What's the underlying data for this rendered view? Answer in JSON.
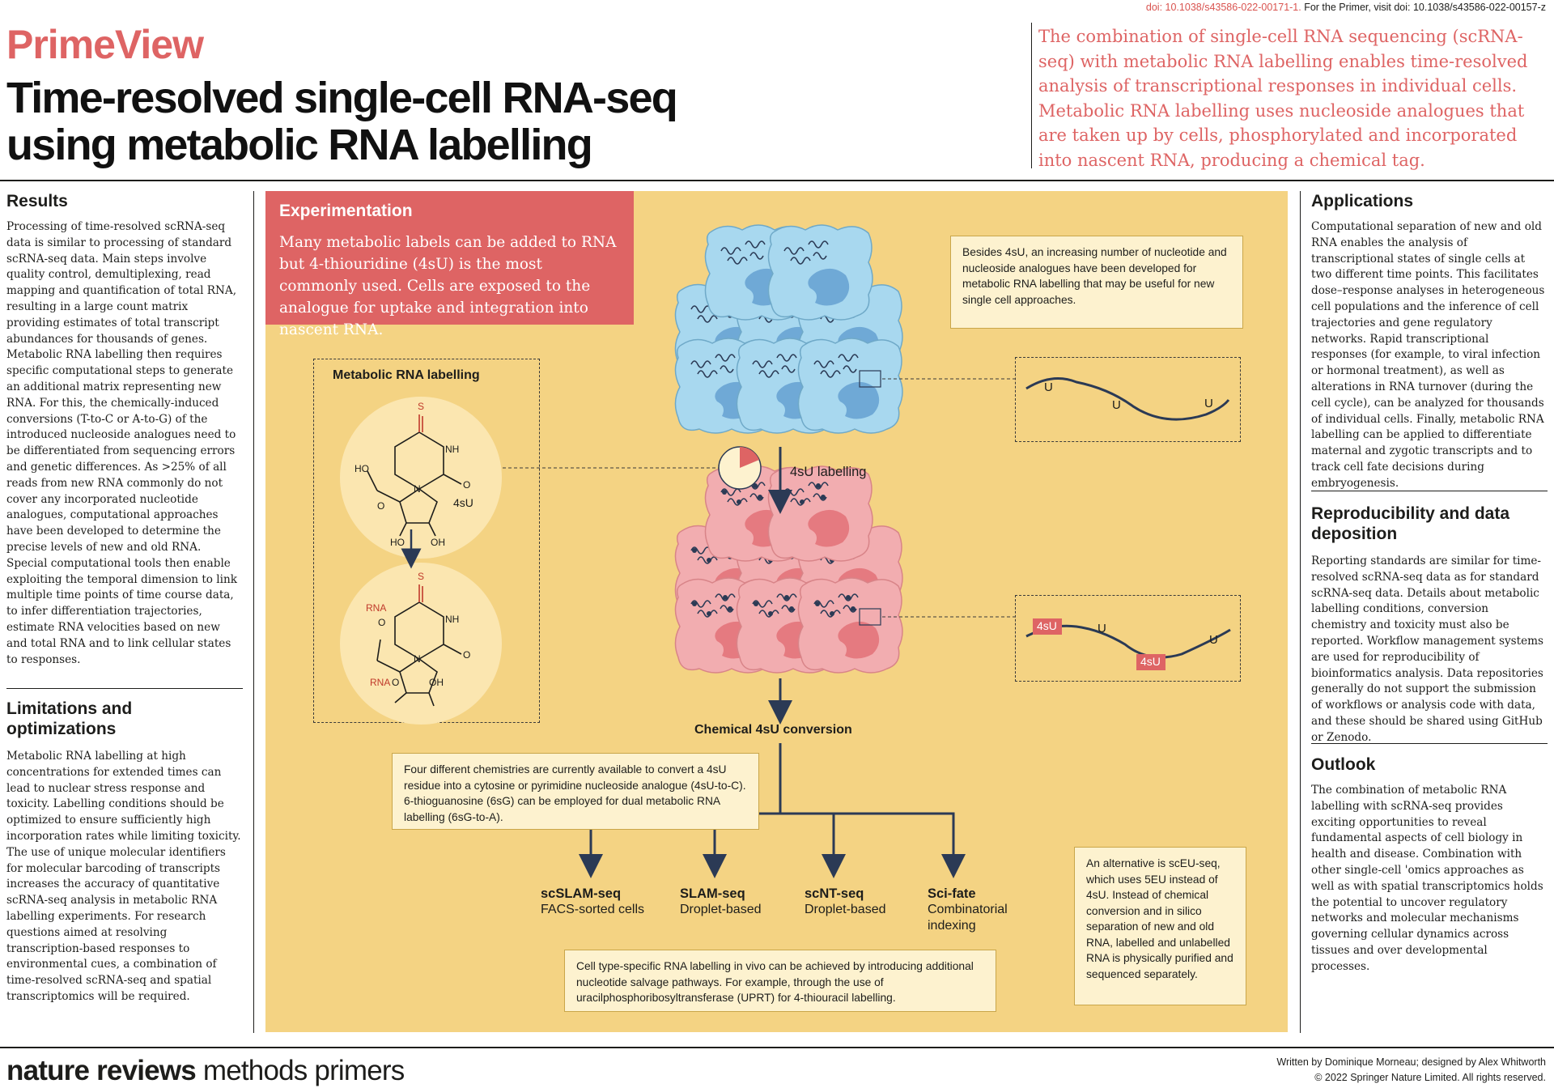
{
  "header": {
    "doi_red": "doi: 10.1038/s43586-022-00171-1.",
    "doi_rest": " For the Primer, visit doi: 10.1038/s43586-022-00157-z",
    "brand": "PrimeView",
    "title_line1": "Time-resolved single-cell RNA-seq",
    "title_line2": "using metabolic RNA labelling",
    "intro": "The combination of single-cell RNA sequencing (scRNA-seq) with metabolic RNA labelling enables time-resolved analysis of transcriptional responses in individual cells. Metabolic RNA labelling uses nucleoside analogues that are taken up by cells, phosphorylated and incorporated into nascent RNA, producing a chemical tag."
  },
  "left": {
    "results_heading": "Results",
    "results_text": "Processing of time-resolved scRNA-seq data is similar to processing of standard scRNA-seq data. Main steps involve quality control, demultiplexing, read mapping and quantification of total RNA, resulting in a large count matrix providing estimates of total transcript abundances for thousands of genes. Metabolic RNA labelling then requires specific computational steps to generate an additional matrix representing new RNA. For this, the chemically-induced conversions (T-to-C or A-to-G) of the introduced nucleoside analogues need to be differentiated from sequencing errors and genetic differences. As >25% of all reads from new RNA commonly do not cover any incorporated nucleotide analogues, computational approaches have been developed to determine the precise levels of new and old RNA. Special computational tools then enable exploiting the temporal dimension to link multiple time points of time course data, to infer differentiation trajectories, estimate RNA velocities based on new and total RNA and to link cellular states to responses.",
    "limitations_heading": "Limitations and optimizations",
    "limitations_text": "Metabolic RNA labelling at high concentrations for extended times can lead to nuclear stress response and toxicity. Labelling conditions should be optimized to ensure sufficiently high incorporation rates while limiting toxicity. The use of unique molecular identifiers for molecular barcoding of transcripts increases the accuracy of quantitative scRNA-seq analysis in metabolic RNA labelling experiments. For research questions aimed at resolving transcription-based responses to environmental cues, a combination of time-resolved scRNA-seq and spatial transcriptomics will be required."
  },
  "right": {
    "applications_heading": "Applications",
    "applications_text": "Computational separation of new and old RNA enables the analysis of transcriptional states of single cells at two different time points. This facilitates dose–response analyses in heterogeneous cell populations and the inference of cell trajectories and gene regulatory networks. Rapid transcriptional responses (for example, to viral infection or hormonal treatment), as well as alterations in RNA turnover (during the cell cycle), can be analyzed for thousands of individual cells. Finally, metabolic RNA labelling can be applied to differentiate maternal and zygotic transcripts and to track cell fate decisions during embryogenesis.",
    "reproducibility_heading": "Reproducibility and data deposition",
    "reproducibility_text": "Reporting standards are similar for time-resolved scRNA-seq data as for standard scRNA-seq data. Details about metabolic labelling conditions, conversion chemistry and toxicity must also be reported. Workflow management systems are used for reproducibility of bioinformatics analysis. Data repositories generally do not support the submission of workflows or analysis code with data, and these should be shared using GitHub or Zenodo.",
    "outlook_heading": "Outlook",
    "outlook_text": "The combination of metabolic RNA labelling with scRNA-seq provides exciting opportunities to reveal fundamental aspects of cell biology in health and disease. Combination with other single-cell 'omics approaches as well as with spatial transcriptomics holds the potential to uncover regulatory networks and molecular mechanisms governing cellular dynamics across tissues and over developmental processes."
  },
  "panel": {
    "exp_title": "Experimentation",
    "exp_text": "Many metabolic labels can be added to RNA but 4-thiouridine (4sU) is the most commonly used. Cells are exposed to the analogue for uptake and integration into nascent RNA.",
    "besides_note": "Besides 4sU, an increasing number of nucleotide and nucleoside analogues have been developed for metabolic RNA labelling that may be useful for new single cell approaches.",
    "labelling_title": "Metabolic RNA labelling",
    "s_label": "S",
    "nh_label": "NH",
    "n_label": "N",
    "o_label": "O",
    "ho_label": "HO",
    "oh_label": "OH",
    "label_4su": "4sU",
    "rna_label": "RNA",
    "arrow_label": "4sU labelling",
    "u_label": "U",
    "conversion_label": "Chemical 4sU conversion",
    "chem_note": "Four different chemistries are currently available to convert a 4sU residue into a cytosine or pyrimidine nucleoside analogue (4sU-to-C). 6-thioguanosine (6sG) can be employed for dual metabolic RNA labelling (6sG-to-A).",
    "methods": [
      {
        "name": "scSLAM-seq",
        "sub": "FACS-sorted cells"
      },
      {
        "name": "SLAM-seq",
        "sub": "Droplet-based"
      },
      {
        "name": "scNT-seq",
        "sub": "Droplet-based"
      },
      {
        "name": "Sci-fate",
        "sub": "Combinatorial indexing"
      }
    ],
    "invivo_note": "Cell type-specific RNA labelling in vivo can be achieved by introducing additional nucleotide salvage pathways. For example, through the use of uracilphosphoribosyltransferase (UPRT) for 4-thiouracil labelling.",
    "sceu_note": "An alternative is scEU-seq, which uses 5EU instead of 4sU. Instead of chemical conversion and in silico separation of new and old RNA, labelled and unlabelled RNA is physically purified and sequenced separately."
  },
  "footer": {
    "journal_bold": "nature reviews",
    "journal_rest": " methods primers",
    "credits_line1": "Written by Dominique Morneau; designed by Alex Whitworth",
    "credits_line2": "© 2022 Springer Nature Limited. All rights reserved."
  },
  "colors": {
    "accent_red": "#de6464",
    "panel_yellow": "#f4d383",
    "cell_blue": "#a8d8ef",
    "cell_pink": "#f2adb0",
    "navy": "#2b3a55"
  }
}
